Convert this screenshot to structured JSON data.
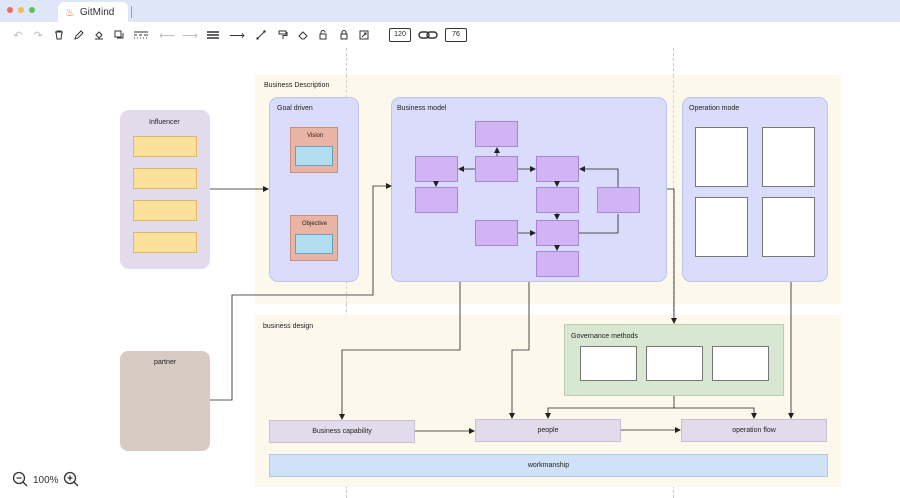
{
  "window": {
    "tab_title": "GitMind",
    "logo_glyph": "♨"
  },
  "toolbar": {
    "items": [
      "undo-icon",
      "redo-icon",
      "delete-icon",
      "pen-icon",
      "fill-icon",
      "shadow-icon",
      "dash-line-icon",
      "arrow-left-icon",
      "arrow-right-icon",
      "line-weight-icon",
      "arrow-line-icon",
      "connector-icon",
      "format-painter-icon",
      "eraser-icon",
      "unlock-icon",
      "lock-icon",
      "fit-icon"
    ],
    "width_value": "120",
    "height_value": "76"
  },
  "diagram": {
    "business_description": "Business Description",
    "goal_driven": "Goal driven",
    "vision": "Vision",
    "objective": "Objective",
    "business_model": "Business model",
    "operation_mode": "Operation mode",
    "influencer": "Influencer",
    "partner": "partner",
    "business_design": "business design",
    "governance_methods": "Governance methods",
    "business_capability": "Business capability",
    "people": "people",
    "operation_flow": "operation flow",
    "workmanship": "workmanship"
  },
  "zoom": {
    "level": "100%"
  },
  "colors": {
    "titlebar": "#dfe6f7",
    "section_bg": "#fdf8ec",
    "lavender_panel": "#d9dcfa",
    "purple_node": "#d0b4f4",
    "yellow_node": "#fbe09b",
    "salmon": "#e9b4a4",
    "light_blue": "#b2dcf0",
    "green_panel": "#d7e7d2",
    "partner_bg": "#d8cbc4",
    "influencer_bg": "#e2dbeb",
    "workmanship_bg": "#cfe2f7"
  }
}
